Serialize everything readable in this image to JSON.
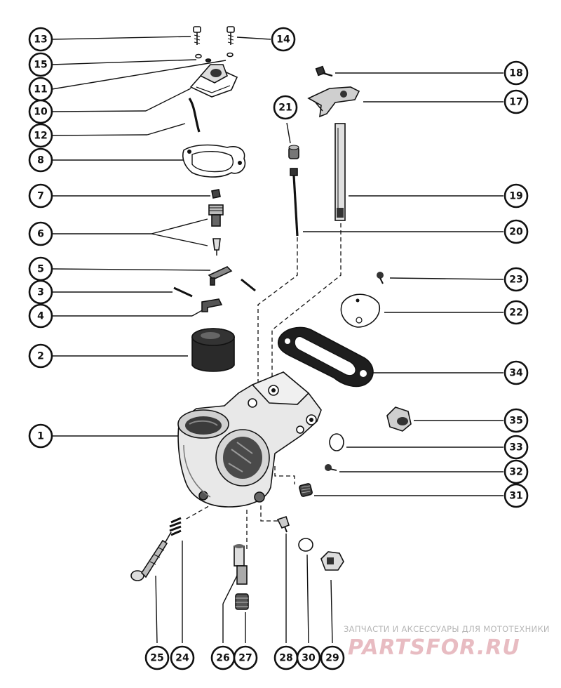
{
  "watermark": {
    "caption": "ЗАПЧАСТИ И АКСЕССУАРЫ ДЛЯ МОТОТЕХНИКИ",
    "brand": "PARTSFOR.RU"
  },
  "callouts": [
    {
      "id": "c13",
      "label": "13"
    },
    {
      "id": "c14",
      "label": "14"
    },
    {
      "id": "c15",
      "label": "15"
    },
    {
      "id": "c11",
      "label": "11"
    },
    {
      "id": "c10",
      "label": "10"
    },
    {
      "id": "c12",
      "label": "12"
    },
    {
      "id": "c8",
      "label": "8"
    },
    {
      "id": "c7",
      "label": "7"
    },
    {
      "id": "c6",
      "label": "6"
    },
    {
      "id": "c5",
      "label": "5"
    },
    {
      "id": "c3",
      "label": "3"
    },
    {
      "id": "c4",
      "label": "4"
    },
    {
      "id": "c2",
      "label": "2"
    },
    {
      "id": "c1",
      "label": "1"
    },
    {
      "id": "c18",
      "label": "18"
    },
    {
      "id": "c17",
      "label": "17"
    },
    {
      "id": "c21",
      "label": "21"
    },
    {
      "id": "c19",
      "label": "19"
    },
    {
      "id": "c20",
      "label": "20"
    },
    {
      "id": "c23",
      "label": "23"
    },
    {
      "id": "c22",
      "label": "22"
    },
    {
      "id": "c34",
      "label": "34"
    },
    {
      "id": "c35",
      "label": "35"
    },
    {
      "id": "c33",
      "label": "33"
    },
    {
      "id": "c32",
      "label": "32"
    },
    {
      "id": "c31",
      "label": "31"
    },
    {
      "id": "c25",
      "label": "25"
    },
    {
      "id": "c24",
      "label": "24"
    },
    {
      "id": "c26",
      "label": "26"
    },
    {
      "id": "c27",
      "label": "27"
    },
    {
      "id": "c28",
      "label": "28"
    },
    {
      "id": "c30",
      "label": "30"
    },
    {
      "id": "c29",
      "label": "29"
    }
  ]
}
